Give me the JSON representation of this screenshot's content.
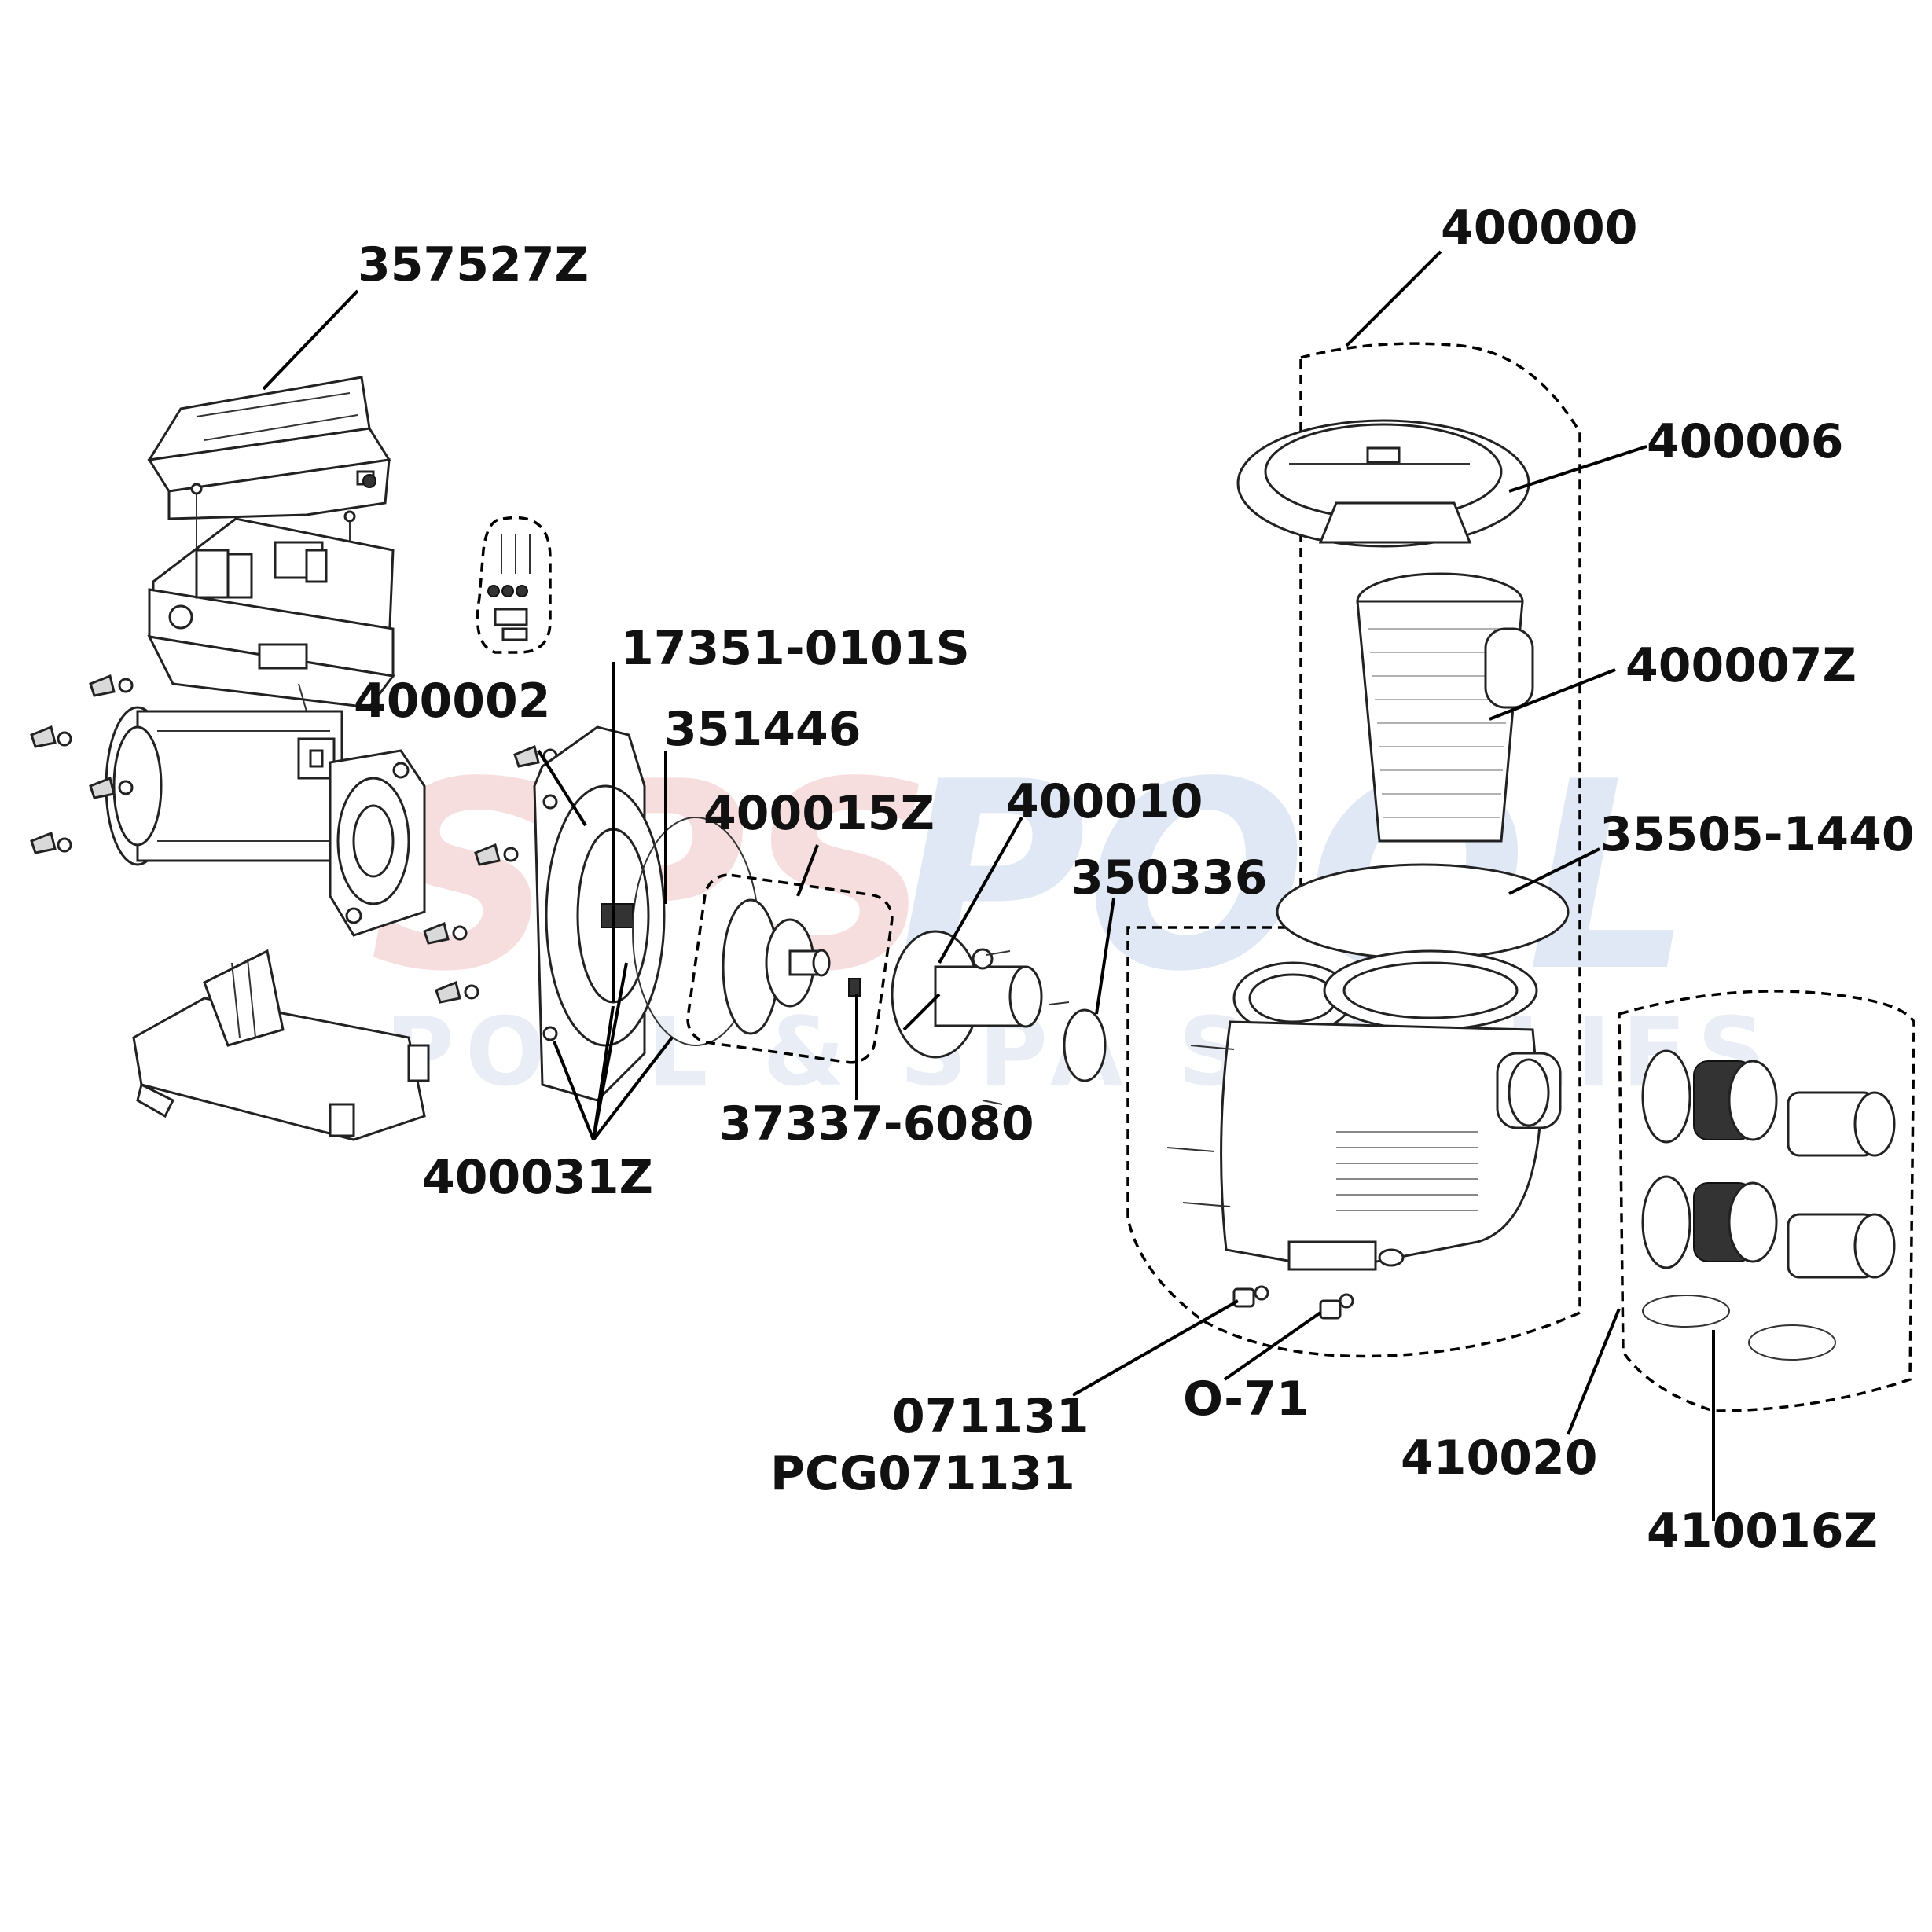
{
  "watermark": {
    "brand_red": "SPS",
    "brand_blue": "POOL",
    "tagline": "POOL & SPA SUPPLIES",
    "color_red": "#f2c4c4",
    "color_blue": "#c9d6ee"
  },
  "parts": {
    "p357527Z": "357527Z",
    "p400000": "400000",
    "p400006": "400006",
    "p400007Z": "400007Z",
    "p17351": "17351-0101S",
    "p400002": "400002",
    "p351446": "351446",
    "p400015Z": "400015Z",
    "p400010": "400010",
    "p350336": "350336",
    "p35505": "35505-1440",
    "p37337": "37337-6080",
    "p400031Z": "400031Z",
    "p071131": "071131",
    "pPCG071131": "PCG071131",
    "pO71": "O-71",
    "p410020": "410020",
    "p410016Z": "410016Z"
  }
}
